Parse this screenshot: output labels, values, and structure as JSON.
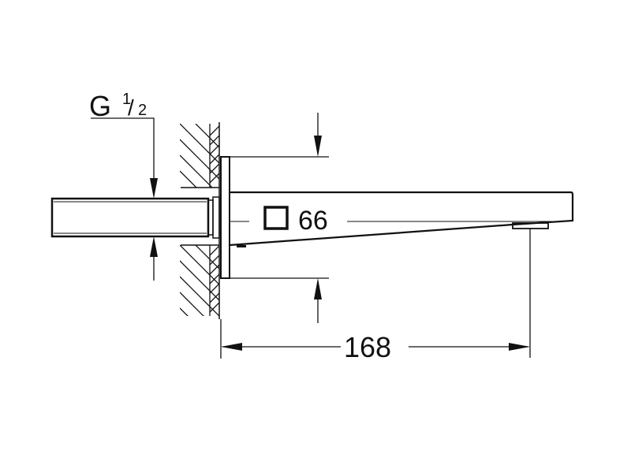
{
  "drawing": {
    "thread_label": {
      "letter": "G",
      "numerator": "1",
      "slash": "/",
      "denominator": "2"
    },
    "height_dimension": {
      "symbol": "square",
      "value": "66"
    },
    "projection_dimension": {
      "value": "168"
    },
    "line_color": "#111111",
    "background_color": "#ffffff"
  }
}
